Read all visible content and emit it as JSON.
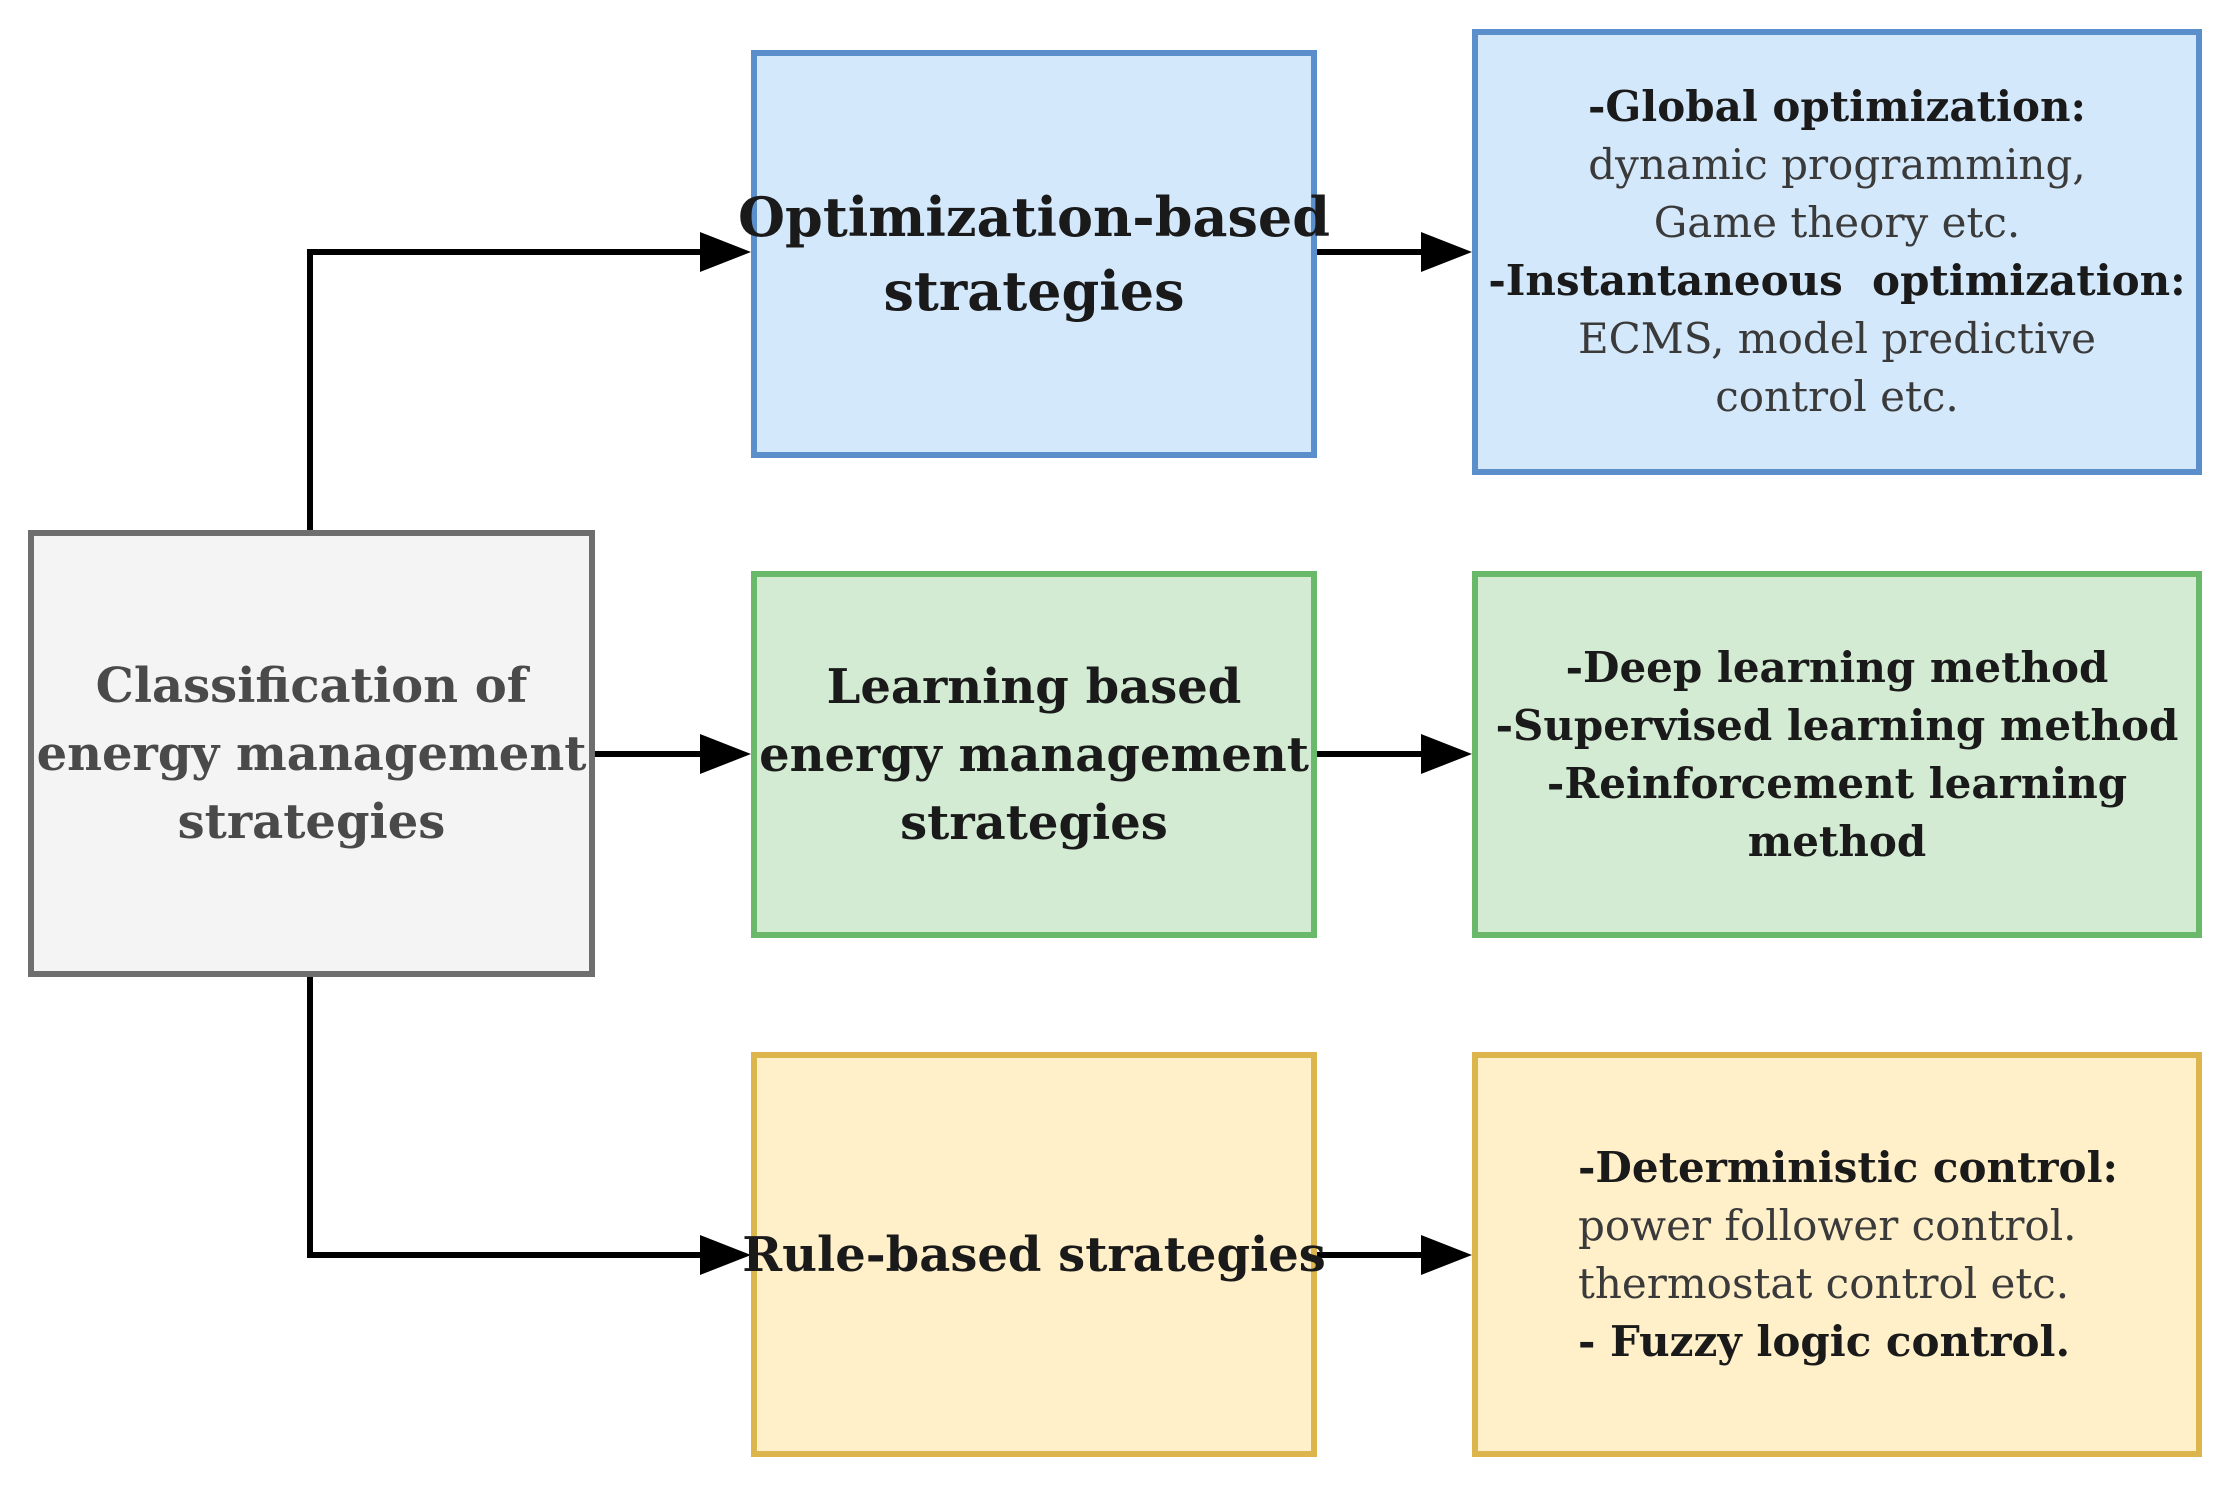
{
  "root": {
    "lines": [
      "Classification of",
      "energy management",
      "strategies"
    ]
  },
  "categories": {
    "optimization": {
      "lines": [
        "Optimization-based",
        "strategies"
      ]
    },
    "learning": {
      "lines": [
        "Learning based",
        "energy management",
        "strategies"
      ]
    },
    "rule": {
      "lines": [
        "Rule-based strategies"
      ]
    }
  },
  "details": {
    "optimization": {
      "global_heading": "-Global optimization:",
      "global_items": [
        "dynamic programming,",
        "Game theory etc."
      ],
      "instant_heading": "-Instantaneous  optimization:",
      "instant_items": [
        "ECMS, model predictive",
        "control etc."
      ]
    },
    "learning": {
      "items": [
        "-Deep learning method",
        "-Supervised learning method",
        "-Reinforcement learning",
        "method"
      ]
    },
    "rule": {
      "deterministic_heading": "-Deterministic control:",
      "deterministic_items": [
        "power follower control.",
        "thermostat control etc."
      ],
      "fuzzy_heading": "- Fuzzy logic control."
    }
  },
  "colors": {
    "root_fill": "#f4f4f4",
    "root_border": "#6e6e6e",
    "optimization_fill": "#d4e8fb",
    "optimization_border": "#5b8fcc",
    "learning_fill": "#d3ead3",
    "learning_border": "#6ab86a",
    "rule_fill": "#fff0c9",
    "rule_border": "#dcb64c",
    "arrow": "#000000"
  }
}
